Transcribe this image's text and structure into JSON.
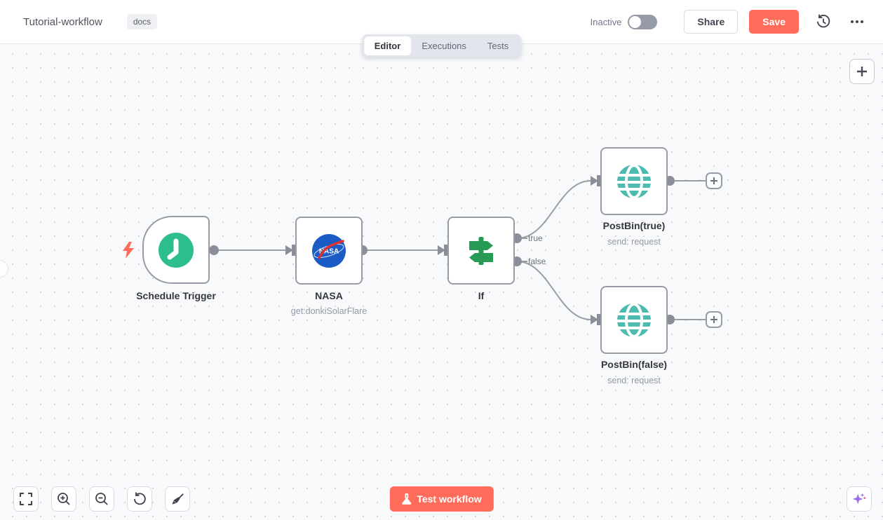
{
  "header": {
    "title": "Tutorial-workflow",
    "tag": "docs",
    "status": "Inactive",
    "share": "Share",
    "save": "Save"
  },
  "tabs": {
    "editor": "Editor",
    "executions": "Executions",
    "tests": "Tests"
  },
  "workflow": {
    "nodes": [
      {
        "name": "Schedule Trigger",
        "type": "schedule-trigger",
        "icon": "clock-icon"
      },
      {
        "name": "NASA",
        "subtitle": "get:donkiSolarFlare",
        "icon": "nasa-logo-icon"
      },
      {
        "name": "If",
        "icon": "signpost-icon",
        "outputs": {
          "top": "true",
          "bottom": "false"
        }
      },
      {
        "name": "PostBin(true)",
        "subtitle": "send: request",
        "icon": "globe-icon"
      },
      {
        "name": "PostBin(false)",
        "subtitle": "send: request",
        "icon": "globe-icon"
      }
    ],
    "connections": [
      "Schedule Trigger -> NASA",
      "NASA -> If",
      "If:true -> PostBin(true)",
      "If:false -> PostBin(false)"
    ]
  },
  "controls": {
    "test_workflow": "Test workflow",
    "plus": "+"
  },
  "colors": {
    "primary": "#ff6d5a",
    "trigger_green": "#2dbe8d",
    "if_green": "#279b56",
    "globe_teal": "#4dbcae",
    "nasa_blue": "#1a5bc6",
    "wire_gray": "#999da6",
    "canvas_bg": "#f8f9fb"
  }
}
